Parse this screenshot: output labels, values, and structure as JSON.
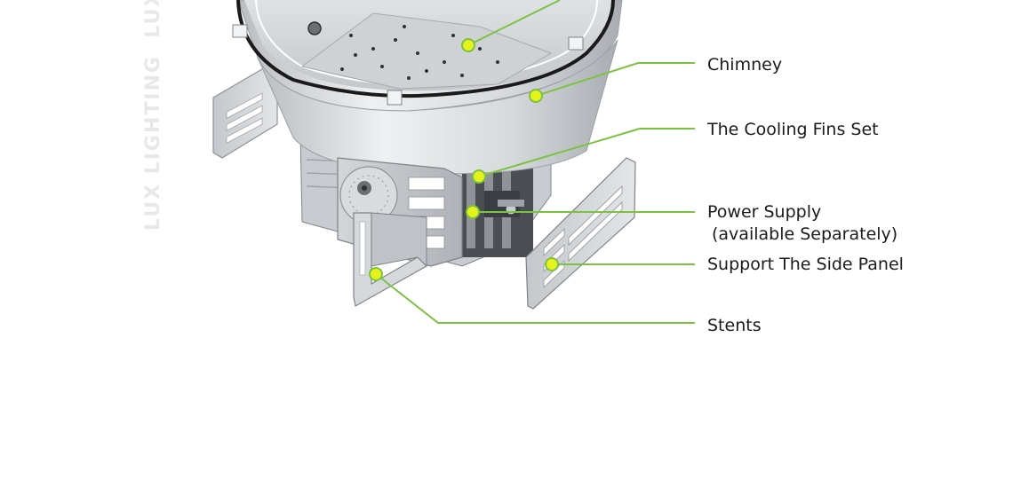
{
  "watermark": {
    "text": "LUX LIGHTING    LUX LIGHTING    LUX LIGHTING"
  },
  "callouts": [
    {
      "id": "chimney",
      "label": "Chimney",
      "sub": ""
    },
    {
      "id": "cooling-fins",
      "label": "The Cooling Fins Set",
      "sub": ""
    },
    {
      "id": "power-supply",
      "label": "Power Supply",
      "sub": "(available Separately)"
    },
    {
      "id": "side-panel",
      "label": "Support The Side Panel",
      "sub": ""
    },
    {
      "id": "stents",
      "label": "Stents",
      "sub": ""
    }
  ],
  "colors": {
    "leader_line": "#7cc242",
    "marker_fill": "#e6f21c",
    "marker_stroke": "#7cc242",
    "metal_light": "#e4e6e8",
    "metal_mid": "#c9ccd0",
    "metal_dark": "#8e9297",
    "rim": "#1a1a1a"
  }
}
